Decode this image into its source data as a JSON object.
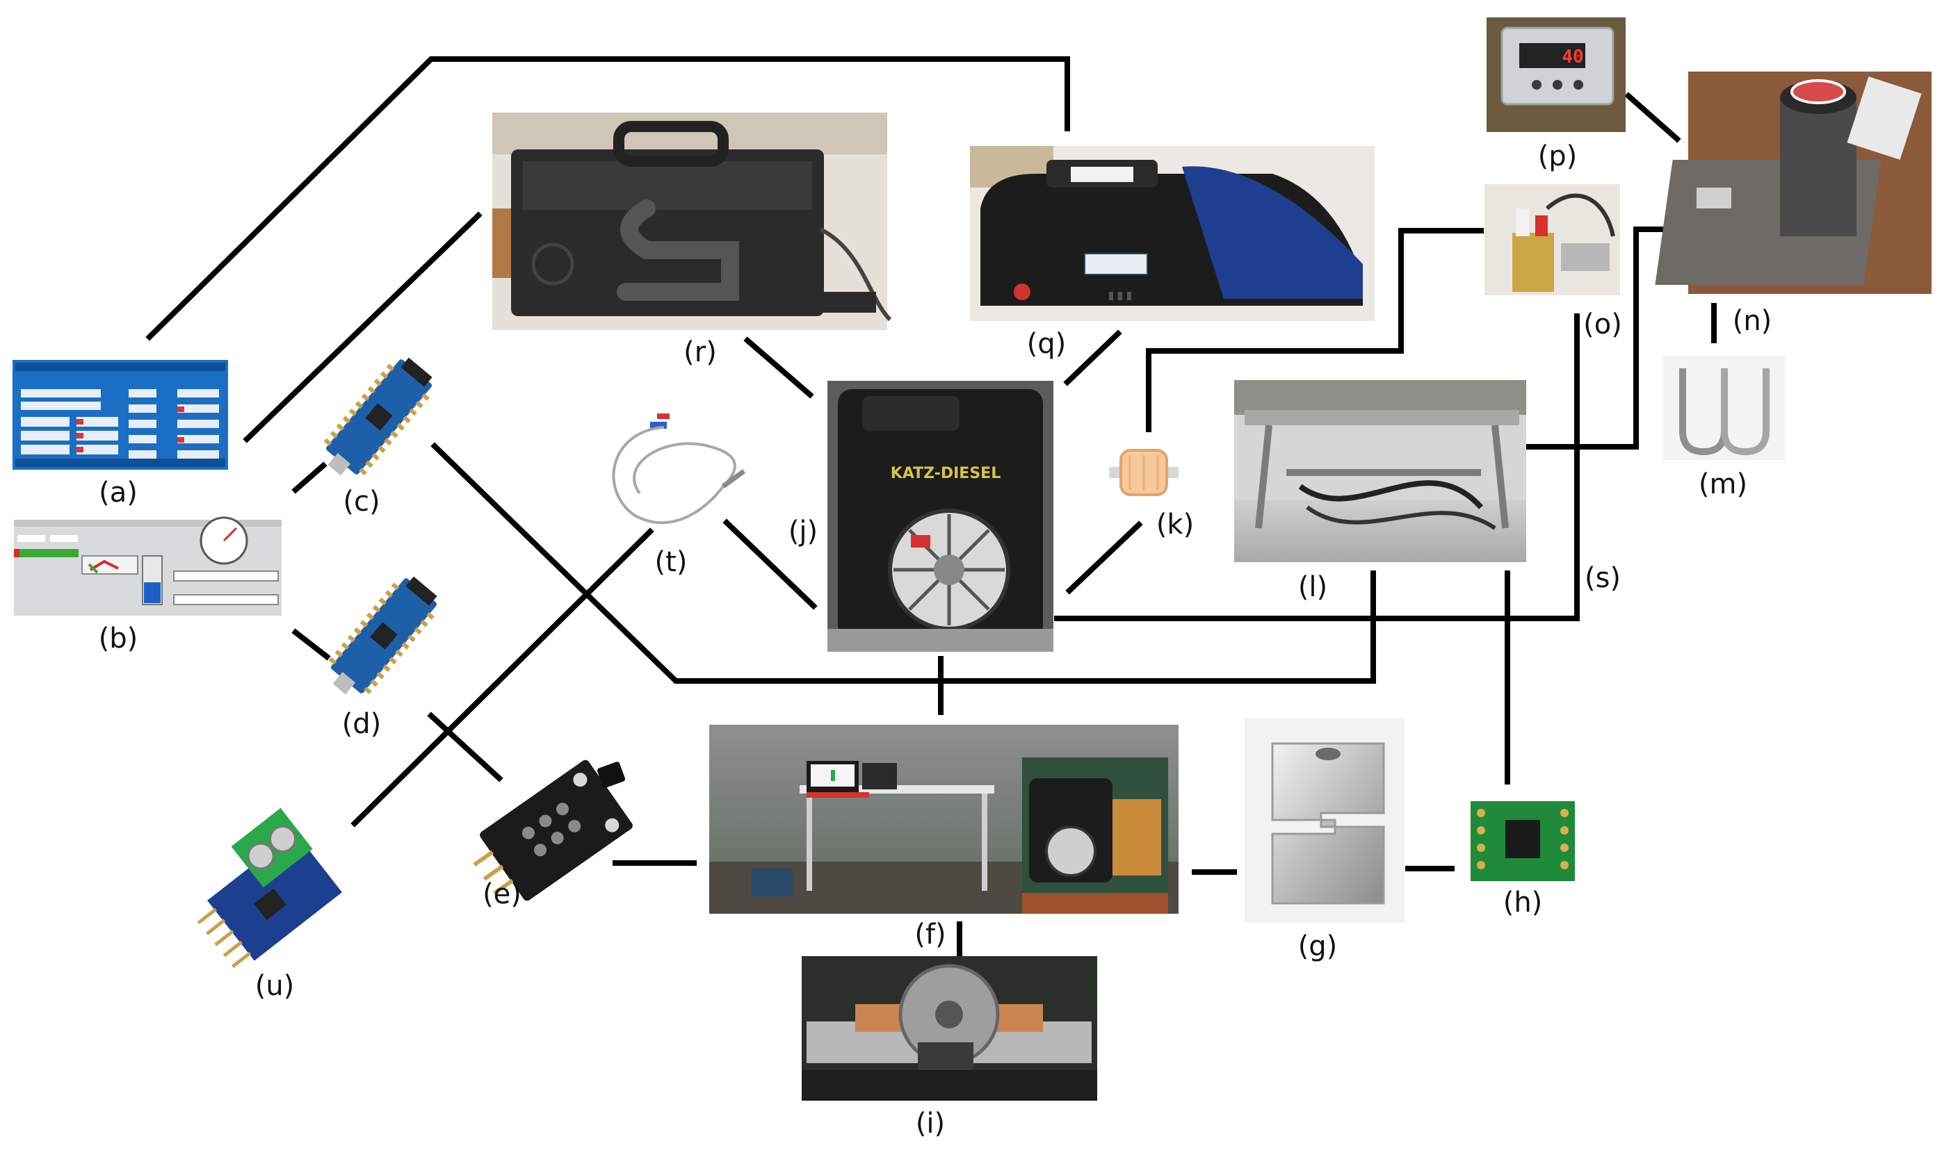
{
  "figure": {
    "labels": {
      "a": "(a)",
      "b": "(b)",
      "c": "(c)",
      "d": "(d)",
      "e": "(e)",
      "f": "(f)",
      "g": "(g)",
      "h": "(h)",
      "i": "(i)",
      "j": "(j)",
      "k": "(k)",
      "l": "(l)",
      "m": "(m)",
      "n": "(n)",
      "o": "(o)",
      "p": "(p)",
      "q": "(q)",
      "r": "(r)",
      "s": "(s)",
      "t": "(t)",
      "u": "(u)"
    },
    "engine_brand": "KATZ-DIESEL",
    "temp_display": "40"
  },
  "colors": {
    "wire": "#000000",
    "screen_blue": "#1a6fc4",
    "board_blue": "#1d5fa8",
    "pcb_green": "#1f8a3a",
    "engine_black": "#1c1c1c",
    "analyzer_blue": "#1e3f8f",
    "rust": "#a0522d"
  }
}
